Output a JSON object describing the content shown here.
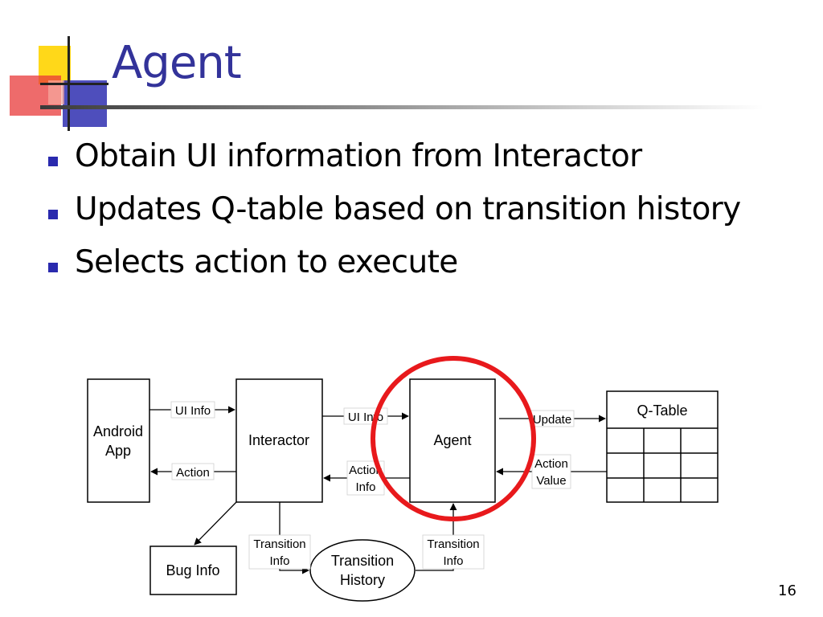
{
  "slide": {
    "title": "Agent",
    "bullets": [
      "Obtain UI information from Interactor",
      "Updates Q-table based on transition history",
      "Selects action to execute"
    ],
    "page_number": "16"
  },
  "diagram": {
    "nodes": {
      "android_app": [
        "Android",
        "App"
      ],
      "interactor": "Interactor",
      "agent": "Agent",
      "q_table": "Q-Table",
      "bug_info": "Bug Info",
      "transition_history": [
        "Transition",
        "History"
      ]
    },
    "edges": {
      "app_to_interactor": "UI Info",
      "interactor_to_app": "Action",
      "interactor_to_agent": "UI Info",
      "agent_to_interactor": [
        "Action",
        "Info"
      ],
      "agent_to_qtable": "Update",
      "qtable_to_agent": [
        "Action",
        "Value"
      ],
      "interactor_to_history": [
        "Transition",
        "Info"
      ],
      "history_to_agent": [
        "Transition",
        "Info"
      ]
    },
    "highlight_color": "#e8191c"
  }
}
